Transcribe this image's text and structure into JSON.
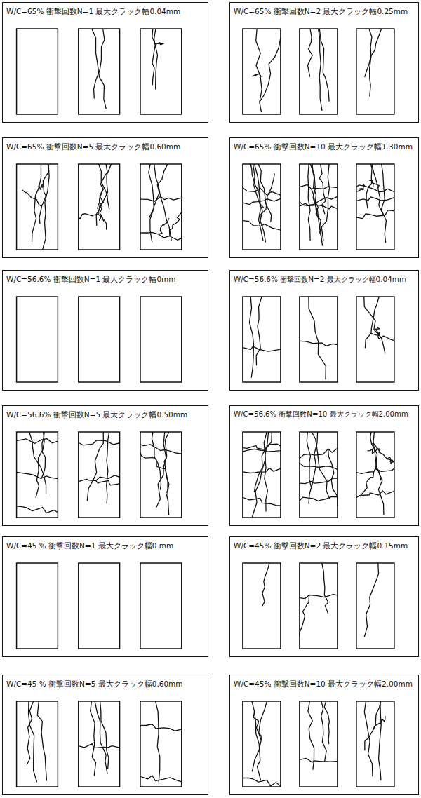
{
  "diagram": {
    "nodes": [
      {
        "text": [
          "W/C=65% 衝撃回数N=1 最大クラック幅0.04mm"
        ]
      },
      {
        "text": [
          "W/C=65% 衝撃回数N=2 最大クラック幅0.25mm"
        ]
      },
      {
        "text": [
          "W/C=65% 衝撃回数N=5 最大クラック幅0.60mm"
        ]
      },
      {
        "text": [
          "W/C=65% 衝撃回数N=10 最大クラック幅1.30mm"
        ]
      },
      {
        "text": [
          "W/C=56.6% 衝撃回数N=1 最大クラック幅0mm"
        ]
      },
      {
        "text": [
          "W/C=56.6% 衝撃回数N=2 最大クラック幅0.04mm"
        ]
      },
      {
        "text": [
          "W/C=56.6% 衝撃回数N=5 最大クラック幅0.50mm"
        ]
      },
      {
        "text": [
          "W/C=56.6% 衝撃回数N=10 最大クラック幅2.00mm"
        ]
      },
      {
        "text": [
          "W/C=45 % 衝撃回数N=1 最大クラック幅0 mm"
        ]
      },
      {
        "text": [
          "W/C=45% 衝撃回数N=2 最大クラック幅0.15mm"
        ]
      },
      {
        "text": [
          "W/C=45 % 衝撃回数N=5 最大クラック幅0.60mm"
        ]
      },
      {
        "text": [
          "W/C=45% 衝撃回数N=10 最大クラック幅2.00mm"
        ]
      }
    ]
  }
}
